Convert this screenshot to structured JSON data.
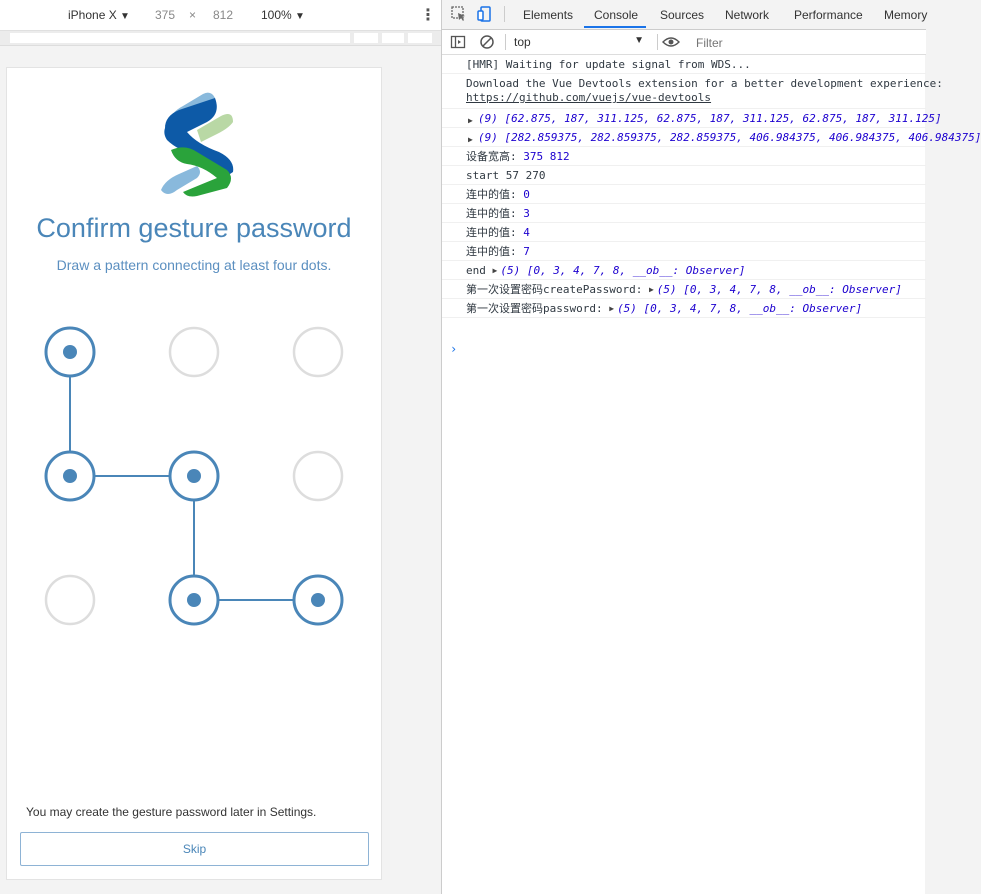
{
  "device_toolbar": {
    "device": "iPhone X",
    "width": "375",
    "times": "×",
    "height": "812",
    "zoom": "100%"
  },
  "app": {
    "title": "Confirm gesture password",
    "subtitle": "Draw a pattern connecting at least four dots.",
    "later_note": "You may create the gesture password later in Settings.",
    "skip_label": "Skip",
    "pattern": {
      "selected_dots": [
        0,
        3,
        4,
        7,
        8
      ],
      "path": [
        0,
        3,
        4,
        7,
        8
      ]
    },
    "colors": {
      "accent": "#4a86b8",
      "dot_idle": "#dddddd"
    }
  },
  "devtools": {
    "tabs": [
      "Elements",
      "Console",
      "Sources",
      "Network",
      "Performance",
      "Memory"
    ],
    "active_tab": "Console",
    "context": "top",
    "filter_placeholder": "Filter",
    "logs": {
      "hmr": "[HMR] Waiting for update signal from WDS...",
      "devtools_line1": "Download the Vue Devtools extension for a better development experience:",
      "devtools_link": "https://github.com/vuejs/vue-devtools",
      "array1": "(9) [62.875, 187, 311.125, 62.875, 187, 311.125, 62.875, 187, 311.125]",
      "array2": "(9) [282.859375, 282.859375, 282.859375, 406.984375, 406.984375, 406.984375]",
      "size_label": "设备宽高:",
      "size_value": "375 812",
      "start_label": "start",
      "start_value": "57 270",
      "hit_label": "连中的值:",
      "hit_values": [
        "0",
        "3",
        "4",
        "7"
      ],
      "end_label": "end",
      "end_value": "(5) [0, 3, 4, 7, 8, __ob__: Observer]",
      "create_label": "第一次设置密码createPassword:",
      "create_value": "(5) [0, 3, 4, 7, 8, __ob__: Observer]",
      "password_label": "第一次设置密码password:",
      "password_value": "(5) [0, 3, 4, 7, 8, __ob__: Observer]"
    }
  }
}
